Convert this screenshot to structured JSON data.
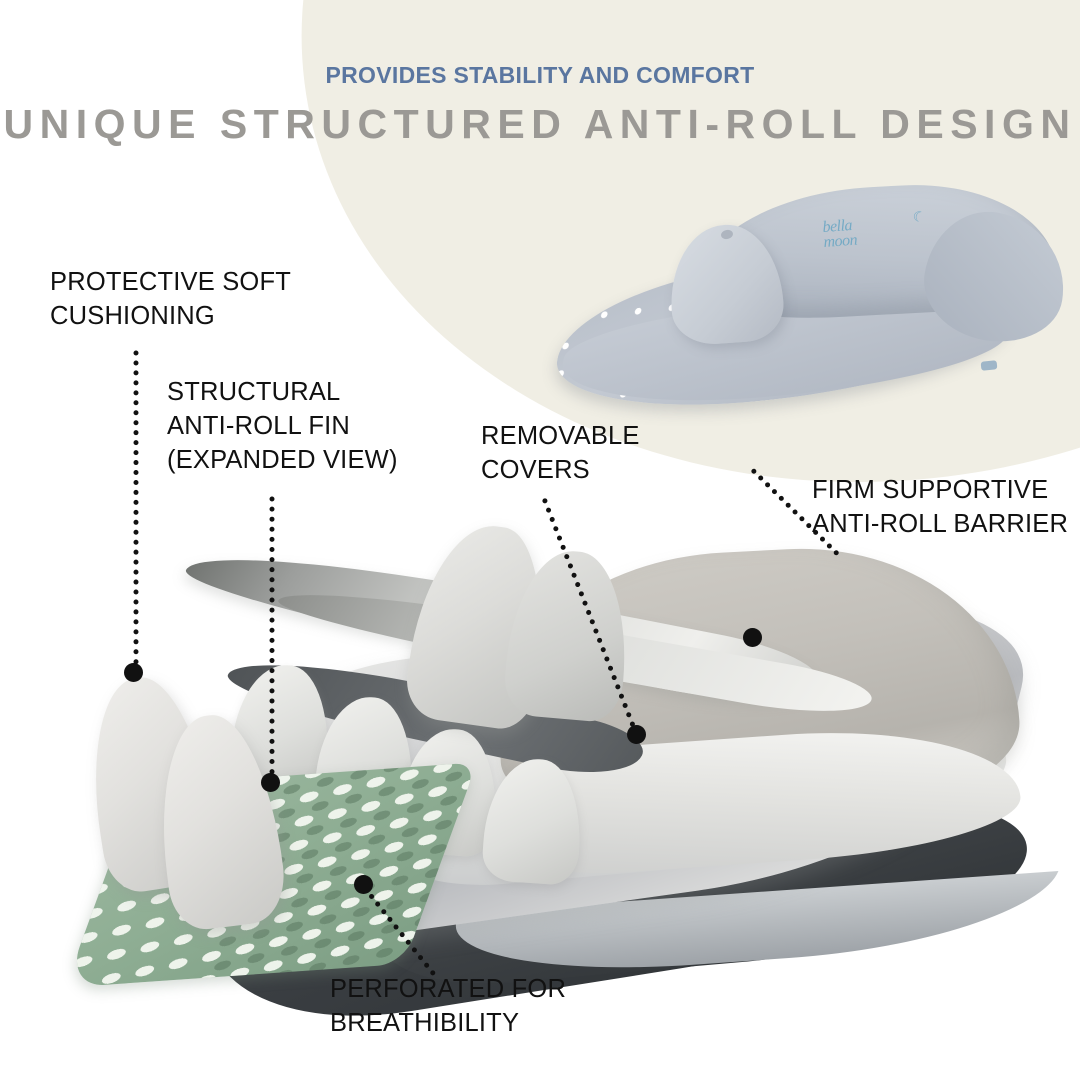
{
  "header": {
    "eyebrow": "PROVIDES STABILITY AND COMFORT",
    "headline": "UNIQUE STRUCTURED ANTI-ROLL DESIGN",
    "eyebrow_color": "#5a76a0",
    "headline_color": "#9b9995"
  },
  "background": {
    "base_color": "#ffffff",
    "blob_color": "#f0eee4"
  },
  "hero_photo": {
    "alt_name": "baby-lounger-product-photo",
    "brand_line_1": "bella",
    "brand_line_2": "moon",
    "brand_moon_glyph": "☾",
    "brand_color": "#6fa8c4",
    "fabric_color": "#bcc3cd",
    "dot_color": "#ffffff"
  },
  "callouts": [
    {
      "id": "protective-soft-cushioning",
      "text": "PROTECTIVE SOFT\nCUSHIONING"
    },
    {
      "id": "structural-anti-roll-fin",
      "text": "STRUCTURAL\nANTI-ROLL FIN\n(EXPANDED VIEW)"
    },
    {
      "id": "removable-covers",
      "text": "REMOVABLE\nCOVERS"
    },
    {
      "id": "firm-supportive-anti-roll-barrier",
      "text": "FIRM SUPPORTIVE\nANTI-ROLL BARRIER"
    },
    {
      "id": "perforated-for-breathibility",
      "text": "PERFORATED FOR\nBREATHIBILITY"
    }
  ],
  "exploded_view": {
    "alt_name": "exploded-layer-diagram",
    "layers": {
      "perforated_base_color": "#8fae94",
      "foam_wedge_color": "#e2e1de",
      "mattress_color": "#d4d5d6",
      "barrier_color": "#c3c0ba",
      "dark_base_color": "#3b3f43"
    }
  },
  "leader_color": "#111111"
}
